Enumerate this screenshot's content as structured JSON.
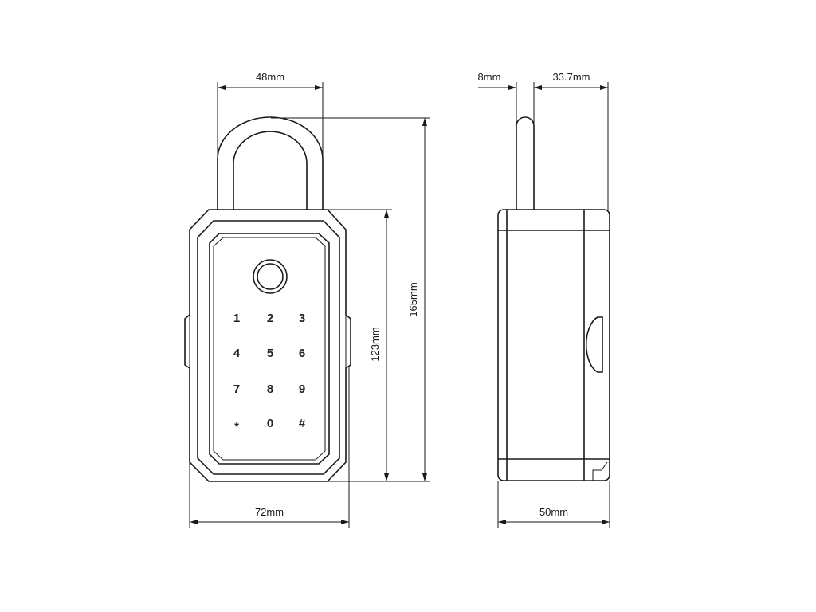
{
  "front_view": {
    "dimensions": {
      "shackle_width": "48mm",
      "body_height": "123mm",
      "total_height": "165mm",
      "body_width": "72mm"
    },
    "keypad": [
      "1",
      "2",
      "3",
      "4",
      "5",
      "6",
      "7",
      "8",
      "9",
      "*",
      "0",
      "#"
    ]
  },
  "side_view": {
    "dimensions": {
      "shackle_thickness": "8mm",
      "shackle_offset": "33.7mm",
      "body_depth": "50mm"
    }
  }
}
